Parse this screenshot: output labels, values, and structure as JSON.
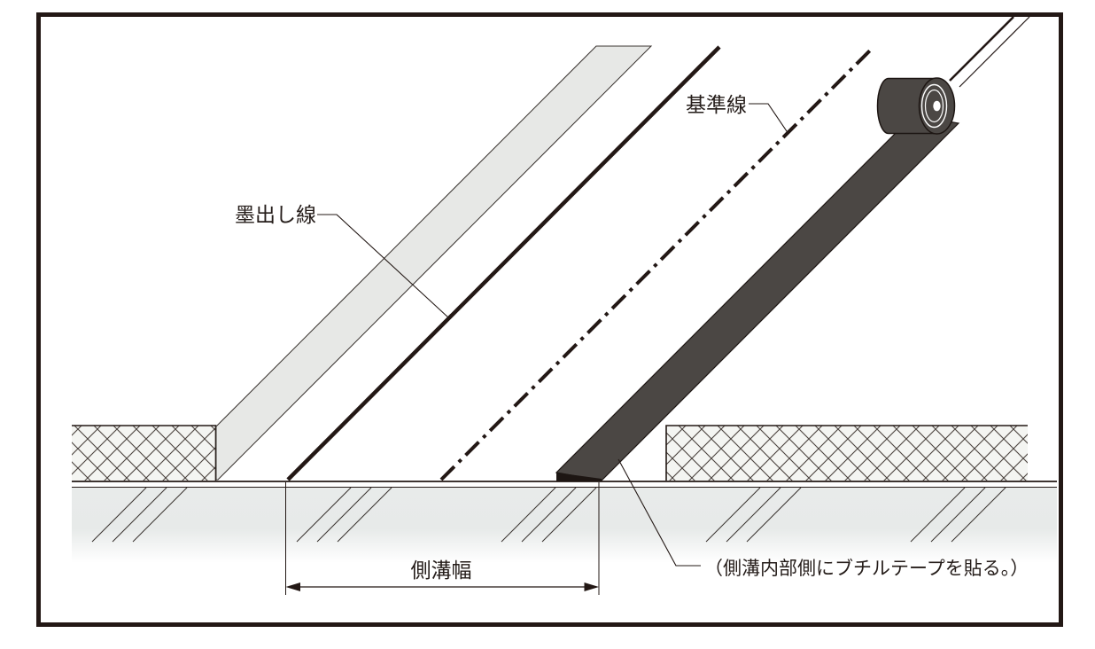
{
  "diagram": {
    "labels": {
      "ink_line": "墨出し線",
      "reference_line": "基準線",
      "gutter_width": "側溝幅",
      "tape_note": "（側溝内部側にブチルテープを貼る。）"
    },
    "colors": {
      "line_dark": "#231815",
      "band_fill": "#e7e8e6",
      "tape_fill": "#4b4744",
      "tape_edge": "#1d1613",
      "ground_fill": "#e8ebea",
      "hatch_block_fill": "#f4f5f2"
    }
  }
}
